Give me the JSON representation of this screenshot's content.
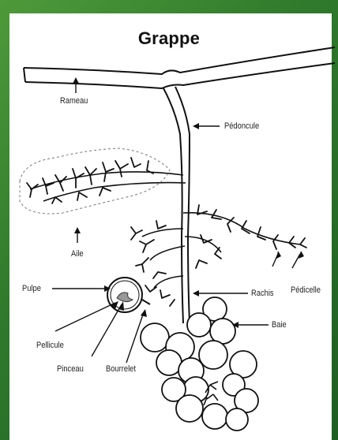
{
  "title": "Grappe",
  "labels": {
    "rameau": "Rameau",
    "pedoncule": "Pédoncule",
    "aile": "Aile",
    "pulpe": "Pulpe",
    "rachis": "Rachis",
    "pedicelle": "Pédicelle",
    "baie": "Baie",
    "pellicule": "Pellicule",
    "pinceau": "Pinceau",
    "bourrelet": "Bourrelet"
  },
  "colors": {
    "frame": "#2f7a2c",
    "panel": "#ffffff",
    "ink": "#111111"
  }
}
